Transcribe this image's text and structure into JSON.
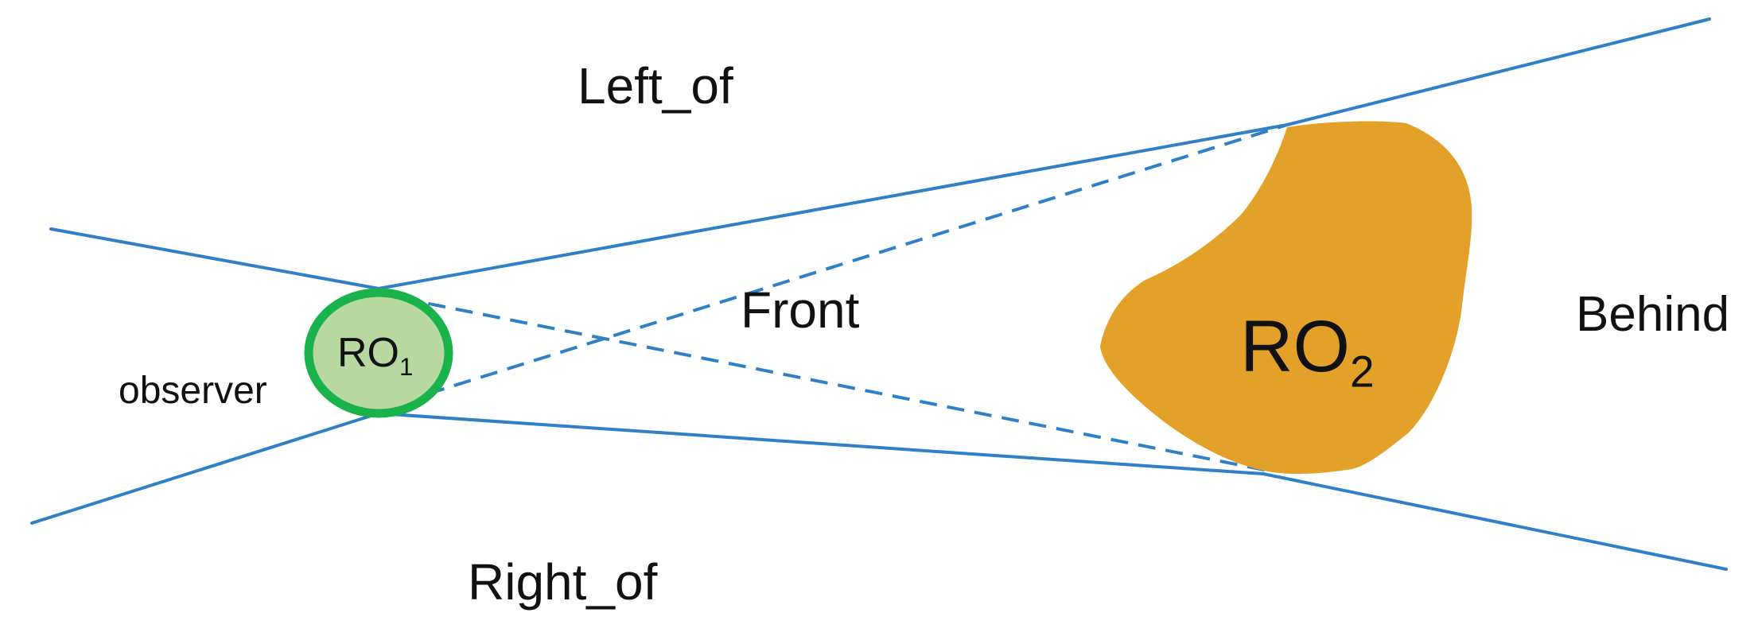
{
  "regions": {
    "left_of": "Left_of",
    "front": "Front",
    "behind": "Behind",
    "right_of": "Right_of"
  },
  "observer_label": "observer",
  "objects": {
    "ro1": {
      "name": "RO",
      "subscript": "1"
    },
    "ro2": {
      "name": "RO",
      "subscript": "2"
    }
  },
  "colors": {
    "line": "#2f80c7",
    "ro1_fill": "#b7d9a1",
    "ro1_stroke": "#19b24b",
    "ro2_fill": "#e3a12a",
    "text": "#111111"
  }
}
